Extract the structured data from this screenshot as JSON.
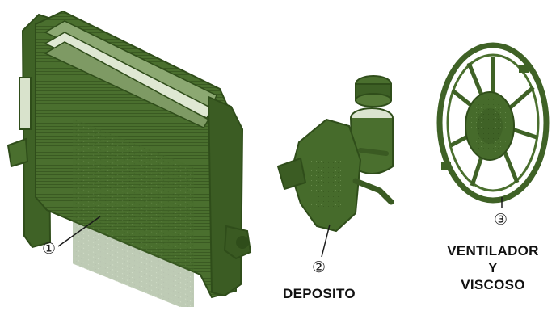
{
  "colors": {
    "part_fill": "#466b2b",
    "part_dark": "#2f4d1a",
    "part_light": "#6e8f4f",
    "leader": "#1a1a1a",
    "text": "#111111"
  },
  "parts": [
    {
      "id": "radiator",
      "callout": "①",
      "label": ""
    },
    {
      "id": "reservoir",
      "callout": "②",
      "label": "DEPOSITO"
    },
    {
      "id": "fan",
      "callout": "③",
      "label_lines": [
        "VENTILADOR",
        "Y",
        "VISCOSO"
      ]
    }
  ]
}
